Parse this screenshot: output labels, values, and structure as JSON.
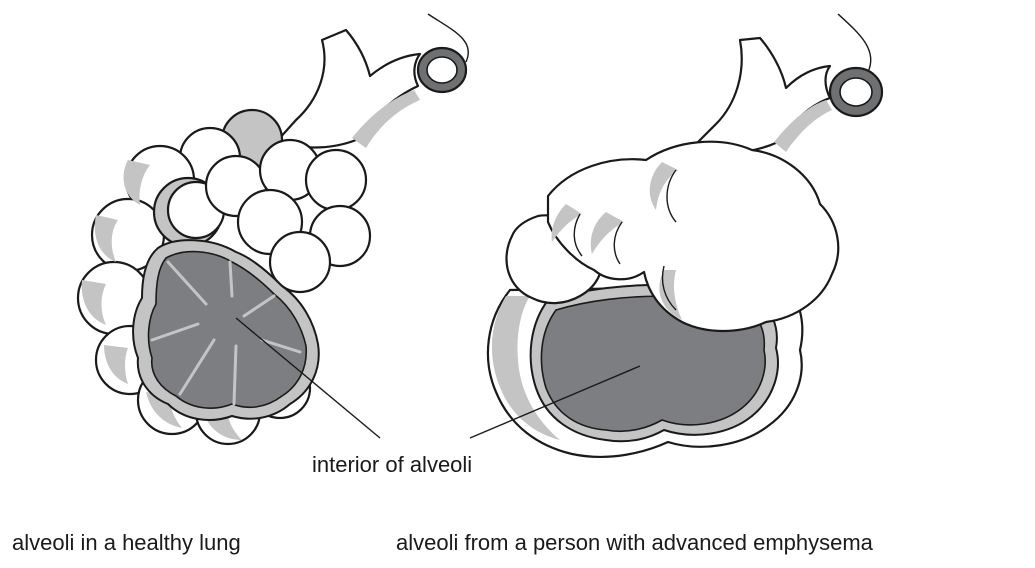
{
  "labels": {
    "interior": "interior of alveoli",
    "healthy_caption": "alveoli in a healthy lung",
    "emphysema_caption": "alveoli from a person with advanced emphysema"
  },
  "colors": {
    "outline": "#1a1a1a",
    "shadow": "#c4c4c4",
    "lobe_fill": "#ffffff",
    "interior_fill": "#7d7e81",
    "interior_border": "#9c9c9c",
    "tube_ring": "#6f7072"
  }
}
